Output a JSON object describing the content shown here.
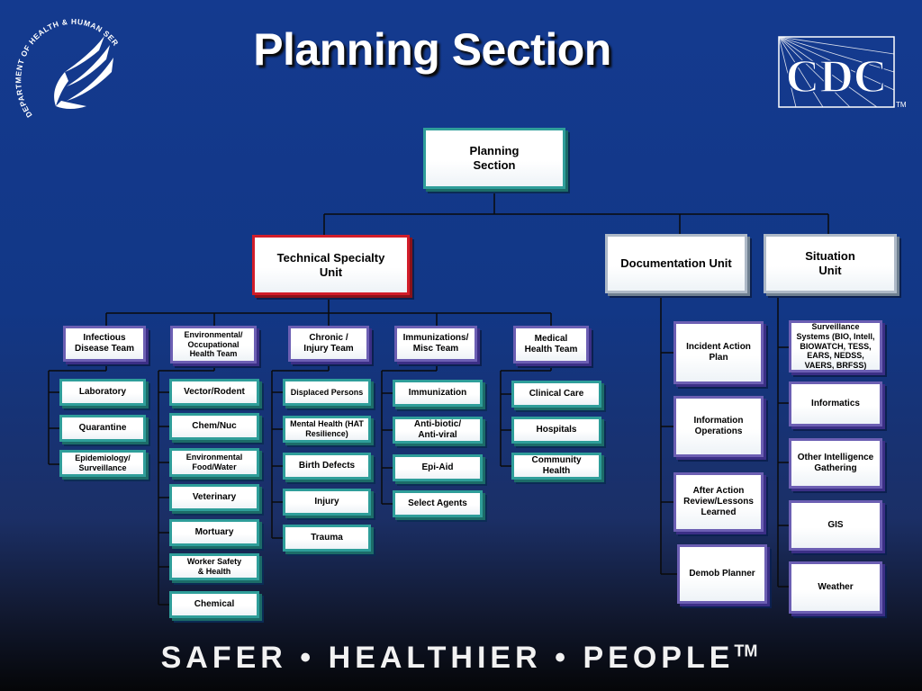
{
  "title": "Planning Section",
  "tagline": "SAFER • HEALTHIER • PEOPLE",
  "tagline_tm": "TM",
  "logos": {
    "hhs_text": "DEPARTMENT OF HEALTH & HUMAN SERVICES • USA",
    "cdc_text": "CDC",
    "cdc_tm": "TM"
  },
  "colors": {
    "background": "#143a8f",
    "box_teal": "#2f9e9a",
    "box_purple": "#6c5fb3",
    "box_highlight": "#d21d2a"
  },
  "org": {
    "root": "Planning Section",
    "technical_specialty_unit": "Technical Specialty Unit",
    "documentation_unit": "Documentation Unit",
    "situation_unit": "Situation Unit",
    "teams": [
      {
        "name": "Infectious Disease Team",
        "members": [
          "Laboratory",
          "Quarantine",
          "Epidemiology/ Surveillance"
        ]
      },
      {
        "name": "Environmental/ Occupational Health Team",
        "members": [
          "Vector/Rodent",
          "Chem/Nuc",
          "Environmental Food/Water",
          "Veterinary",
          "Mortuary",
          "Worker Safety & Health",
          "Chemical"
        ]
      },
      {
        "name": "Chronic / Injury Team",
        "members": [
          "Displaced Persons",
          "Mental Health (HAT Resilience)",
          "Birth Defects",
          "Injury",
          "Trauma"
        ]
      },
      {
        "name": "Immunizations/ Misc Team",
        "members": [
          "Immunization",
          "Anti-biotic/ Anti-viral",
          "Epi-Aid",
          "Select Agents"
        ]
      },
      {
        "name": "Medical Health Team",
        "members": [
          "Clinical Care",
          "Hospitals",
          "Community Health"
        ]
      }
    ],
    "documentation_items": [
      "Incident Action Plan",
      "Information Operations",
      "After Action Review/Lessons Learned",
      "Demob Planner"
    ],
    "situation_items": [
      "Surveillance Systems (BIO, Intell, BIOWATCH, TESS, EARS, NEDSS, VAERS, BRFSS)",
      "Informatics",
      "Other Intelligence Gathering",
      "GIS",
      "Weather"
    ]
  }
}
